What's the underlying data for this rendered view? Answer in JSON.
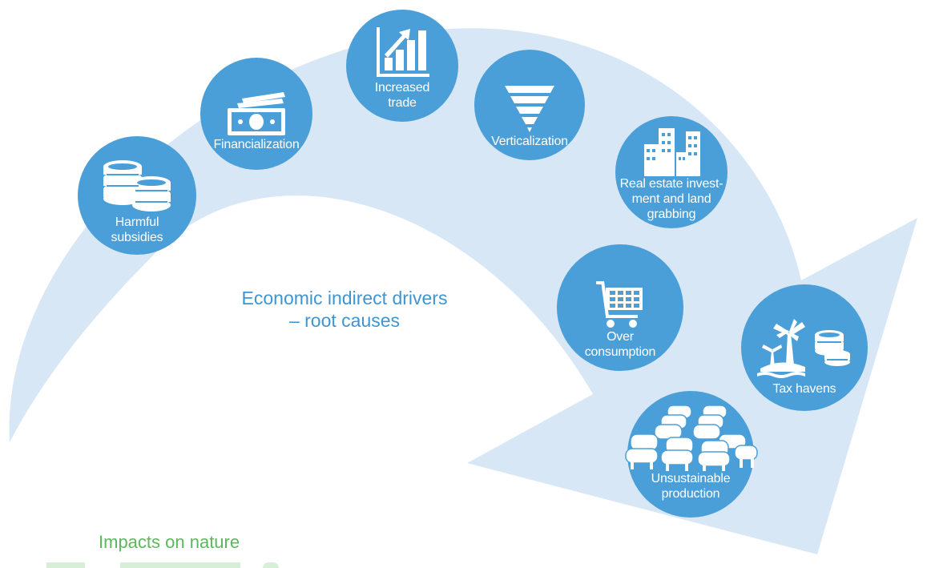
{
  "colors": {
    "arrow_fill": "#d7e7f5",
    "circle_fill": "#4b9fd8",
    "icon_fill": "#ffffff",
    "main_text": "#3f95d1",
    "impacts_text": "#5cb85c"
  },
  "central_label": "Economic indirect drivers\n– root causes",
  "impacts_label": "Impacts on nature",
  "drivers": [
    {
      "label": "Harmful\nsubsidies",
      "icon": "coins-icon"
    },
    {
      "label": "Financialization",
      "icon": "banknote-icon"
    },
    {
      "label": "Increased\ntrade",
      "icon": "rising-chart-icon"
    },
    {
      "label": "Verticalization",
      "icon": "inverted-pyramid-icon"
    },
    {
      "label": "Real estate invest-\nment and land\ngrabbing",
      "icon": "buildings-icon"
    },
    {
      "label": "Over\nconsumption",
      "icon": "shopping-cart-icon"
    },
    {
      "label": "Tax havens",
      "icon": "island-coins-icon"
    },
    {
      "label": "Unsustainable\nproduction",
      "icon": "livestock-icon"
    }
  ]
}
